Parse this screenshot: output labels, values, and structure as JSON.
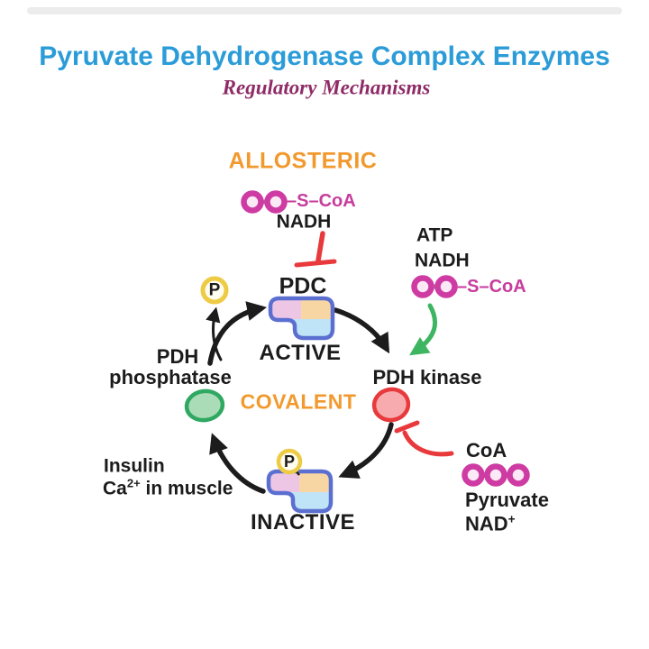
{
  "header": {
    "title": "Pyruvate Dehydrogenase Complex Enzymes",
    "subtitle": "Regulatory Mechanisms"
  },
  "section_labels": {
    "allosteric": "ALLOSTERIC",
    "covalent": "COVALENT"
  },
  "cycle": {
    "pdc": "PDC",
    "active": "ACTIVE",
    "inactive": "INACTIVE",
    "kinase": "PDH kinase",
    "phosphatase_line1": "PDH",
    "phosphatase_line2": "phosphatase",
    "phosphate": "P"
  },
  "inhibitors_top": {
    "acetyl_coa": "–S–CoA",
    "nadh": "NADH"
  },
  "activators_right": {
    "atp": "ATP",
    "nadh": "NADH",
    "acetyl_coa": "–S–CoA"
  },
  "inhibitors_bottom_right": {
    "coa": "CoA",
    "pyruvate": "Pyruvate",
    "nad": "NAD",
    "nad_sup": "+"
  },
  "activators_left": {
    "insulin": "Insulin",
    "ca": "Ca",
    "ca_sup": "2+",
    "ca_rest": " in muscle"
  },
  "colors": {
    "title_blue": "#2b9cd8",
    "subtitle_magenta": "#8e2b66",
    "accent_orange": "#f2992e",
    "bead_magenta": "#ce3ba3",
    "scoa_magenta": "#c73c9c",
    "arrow_black": "#1c1c1c",
    "activate_green": "#3db561",
    "inhibit_red": "#e8393c",
    "enzyme_outline_blue": "#5b6fd0",
    "enzyme_pink": "#edc6e6",
    "enzyme_peach": "#f8d6a4",
    "enzyme_blue": "#bfe3f7",
    "phosphatase_green_fill": "#abdcb8",
    "phosphatase_green_stroke": "#2fa862",
    "kinase_red_fill": "#f7abae",
    "kinase_red_stroke": "#e8393c",
    "phosphate_yellow": "#eecb45"
  }
}
